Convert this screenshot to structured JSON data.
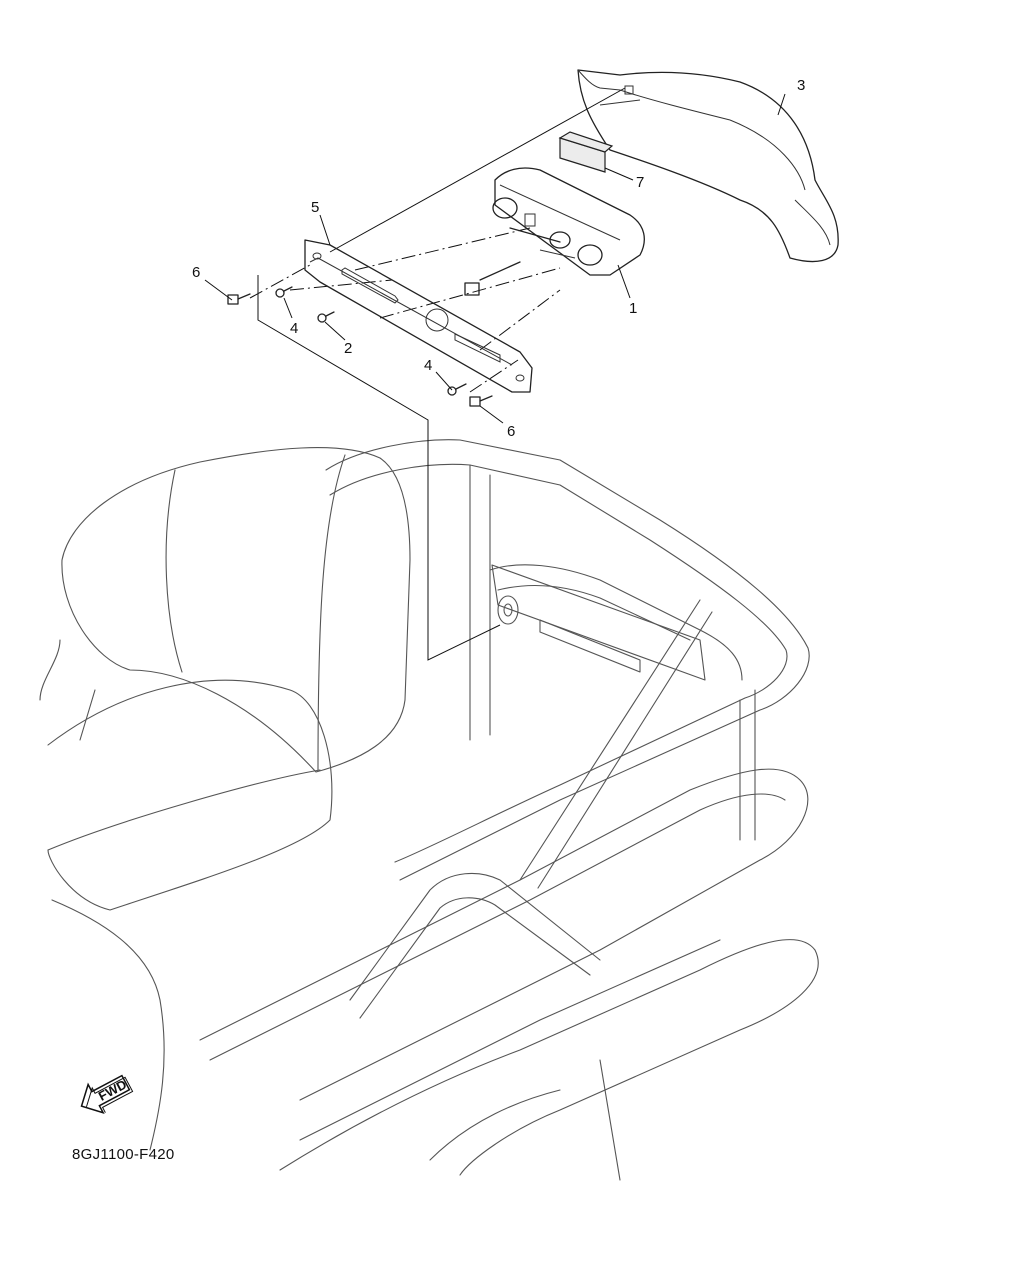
{
  "diagram": {
    "figure_code": "8GJ1100-F420",
    "direction_marker": "FWD",
    "callouts": [
      {
        "id": "callout-1",
        "label": "1"
      },
      {
        "id": "callout-2",
        "label": "2"
      },
      {
        "id": "callout-3",
        "label": "3"
      },
      {
        "id": "callout-4a",
        "label": "4"
      },
      {
        "id": "callout-4b",
        "label": "4"
      },
      {
        "id": "callout-5",
        "label": "5"
      },
      {
        "id": "callout-6a",
        "label": "6"
      },
      {
        "id": "callout-6b",
        "label": "6"
      },
      {
        "id": "callout-7",
        "label": "7"
      }
    ],
    "colors": {
      "line": "#222222",
      "background": "#ffffff"
    }
  }
}
